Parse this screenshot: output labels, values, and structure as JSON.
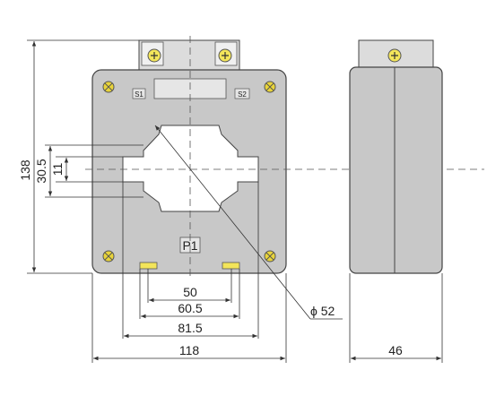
{
  "diagram": {
    "terminals": {
      "s1": "S1",
      "s2": "S2",
      "p1": "P1"
    },
    "dimensions": {
      "height": "138",
      "slot_outer": "30.5",
      "slot_inner": "11",
      "d50": "50",
      "d60_5": "60.5",
      "d81_5": "81.5",
      "width": "118",
      "depth": "46",
      "bore": "ϕ 52"
    },
    "colors": {
      "body": "#c8c8c8",
      "body_stroke": "#444444",
      "brass": "#f3e55a",
      "screw": "#e9d43a",
      "nameplate": "#e6e6e6",
      "line": "#333333"
    }
  }
}
